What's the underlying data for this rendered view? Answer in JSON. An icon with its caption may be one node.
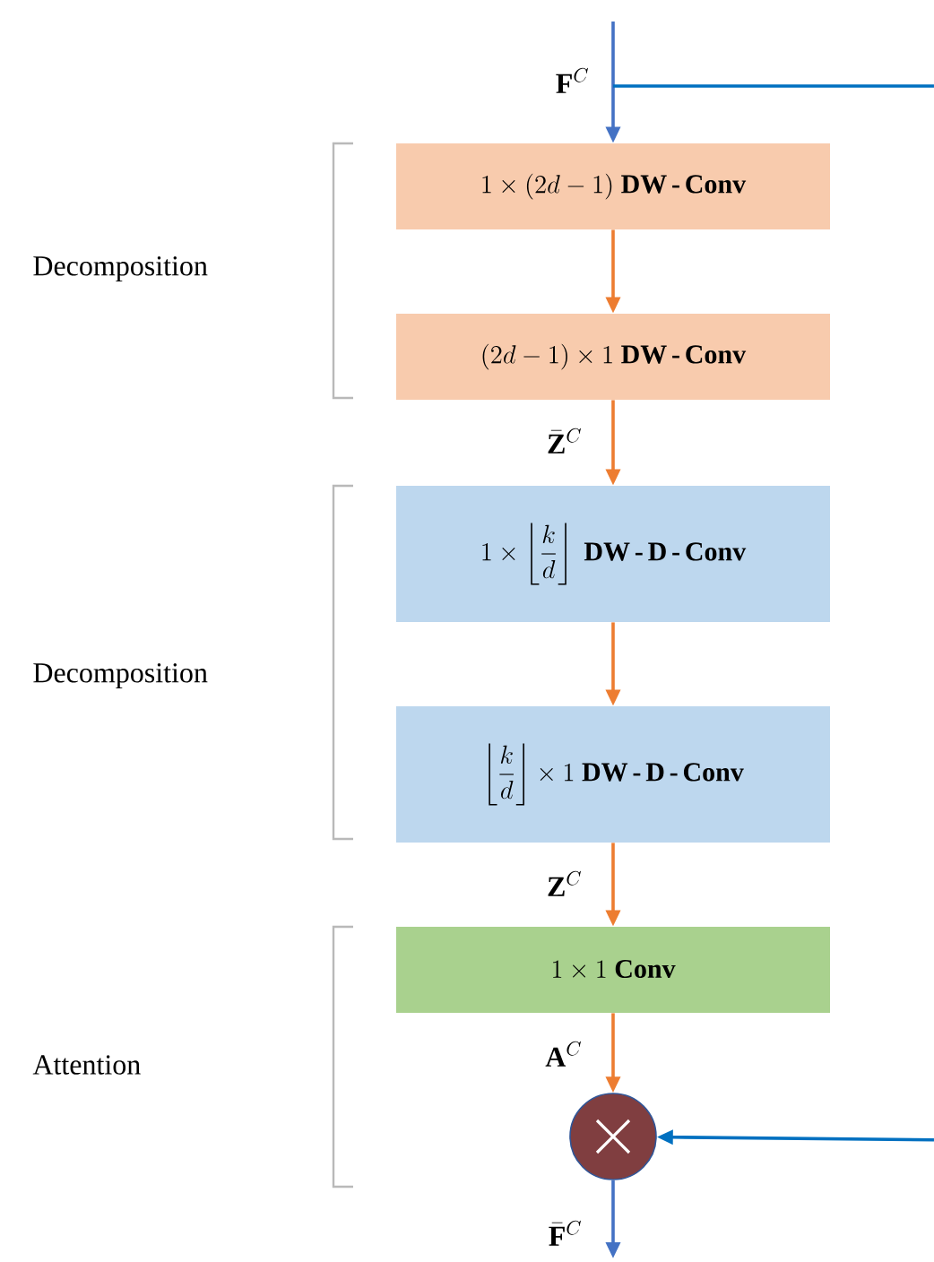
{
  "diagram": {
    "nodes": [
      {
        "text": [
          "1\\times(2d-1)\\ \\mathbf{DW}\\,\\textbf{-}\\,\\mathbf{Conv}"
        ]
      },
      {
        "text": [
          "(2d-1)\\times 1\\ \\mathbf{DW}\\,\\textbf{-}\\,\\mathbf{Conv}"
        ]
      },
      {
        "text": [
          "1\\times\\left\\lfloor\\dfrac{k}{d}\\right\\rfloor\\ \\mathbf{DW}\\,\\textbf{-}\\,\\mathbf{D}\\,\\textbf{-}\\,\\mathbf{Conv}"
        ]
      },
      {
        "text": [
          "\\left\\lfloor\\dfrac{k}{d}\\right\\rfloor\\times 1\\ \\mathbf{DW}\\,\\textbf{-}\\,\\mathbf{D}\\,\\textbf{-}\\,\\mathbf{Conv}"
        ]
      },
      {
        "text": [
          "1\\times 1\\ \\mathbf{Conv}"
        ]
      },
      {
        "text": [],
        "shape": "circle"
      }
    ],
    "edges": [
      {
        "from": null,
        "to": 0,
        "arrow": "to",
        "label": "\\mathbf{F}^{C}",
        "color": "#4472c4"
      },
      {
        "from": 0,
        "to": 1,
        "arrow": "to"
      },
      {
        "from": 1,
        "to": 2,
        "arrow": "to",
        "label": "\\bar{\\mathbf{Z}}^{C}"
      },
      {
        "from": 2,
        "to": 3,
        "arrow": "to"
      },
      {
        "from": 3,
        "to": 4,
        "arrow": "to",
        "label": "\\mathbf{Z}^{C}"
      },
      {
        "from": 4,
        "to": 5,
        "arrow": "to",
        "label": "\\mathbf{A}^{C}"
      },
      {
        "from": null,
        "to": 5,
        "arrow": "to",
        "color": "#0070c0"
      },
      {
        "from": 5,
        "to": null,
        "arrow": "to",
        "label": "\\bar{\\mathbf{F}}^{C}",
        "color": "#4472c4"
      }
    ],
    "labels": [
      "Decomposition",
      "Decomposition",
      "Attention"
    ]
  }
}
